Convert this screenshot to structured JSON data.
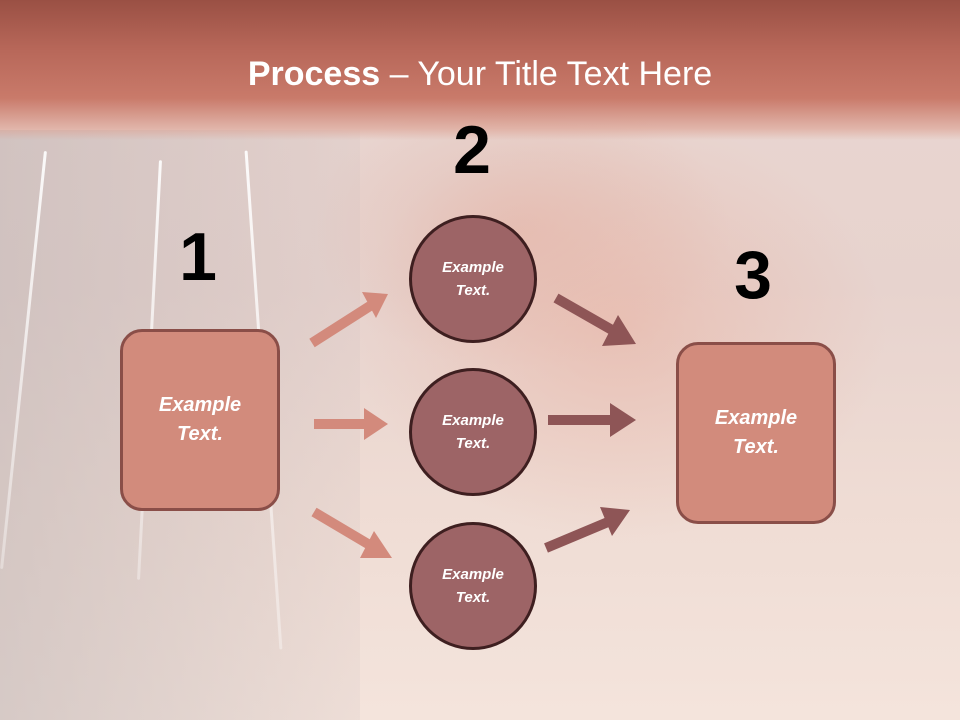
{
  "title": {
    "bold": "Process",
    "rest": " – Your Title Text Here"
  },
  "steps": [
    {
      "number": "1",
      "text": "Example\nText."
    },
    {
      "number": "2",
      "text": "Example\nText."
    },
    {
      "number": "3",
      "text": "Example\nText."
    }
  ],
  "circles": [
    {
      "text": "Example\nText."
    },
    {
      "text": "Example\nText."
    },
    {
      "text": "Example\nText."
    }
  ],
  "colors": {
    "title_band": "#b76759",
    "box_fill": "#d28b7c",
    "circle_fill": "#9d6466",
    "arrow_light": "#d38a7c",
    "arrow_dark": "#8e5556"
  }
}
